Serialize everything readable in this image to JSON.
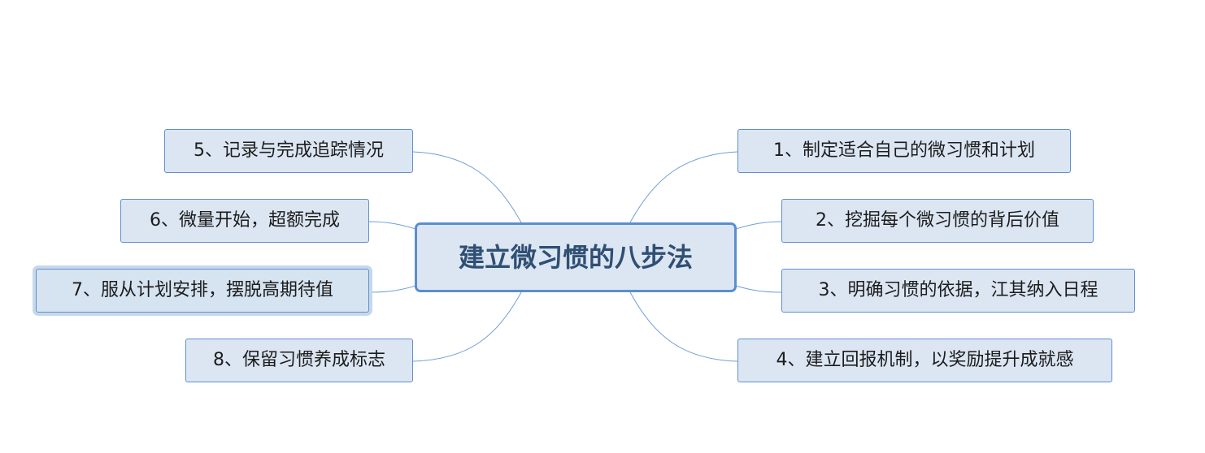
{
  "colors": {
    "node_fill": "#dce6f3",
    "node_border": "#5f8fcf",
    "central_text": "#2f4f73",
    "connector": "#6f9fd6"
  },
  "mindmap": {
    "central": "建立微习惯的八步法",
    "branches": [
      "1、制定适合自己的微习惯和计划",
      "2、挖掘每个微习惯的背后价值",
      "3、明确习惯的依据，江其纳入日程",
      "4、建立回报机制，以奖励提升成就感",
      "5、记录与完成追踪情况",
      "6、微量开始，超额完成",
      "7、服从计划安排，摆脱高期待值",
      "8、保留习惯养成标志"
    ]
  }
}
